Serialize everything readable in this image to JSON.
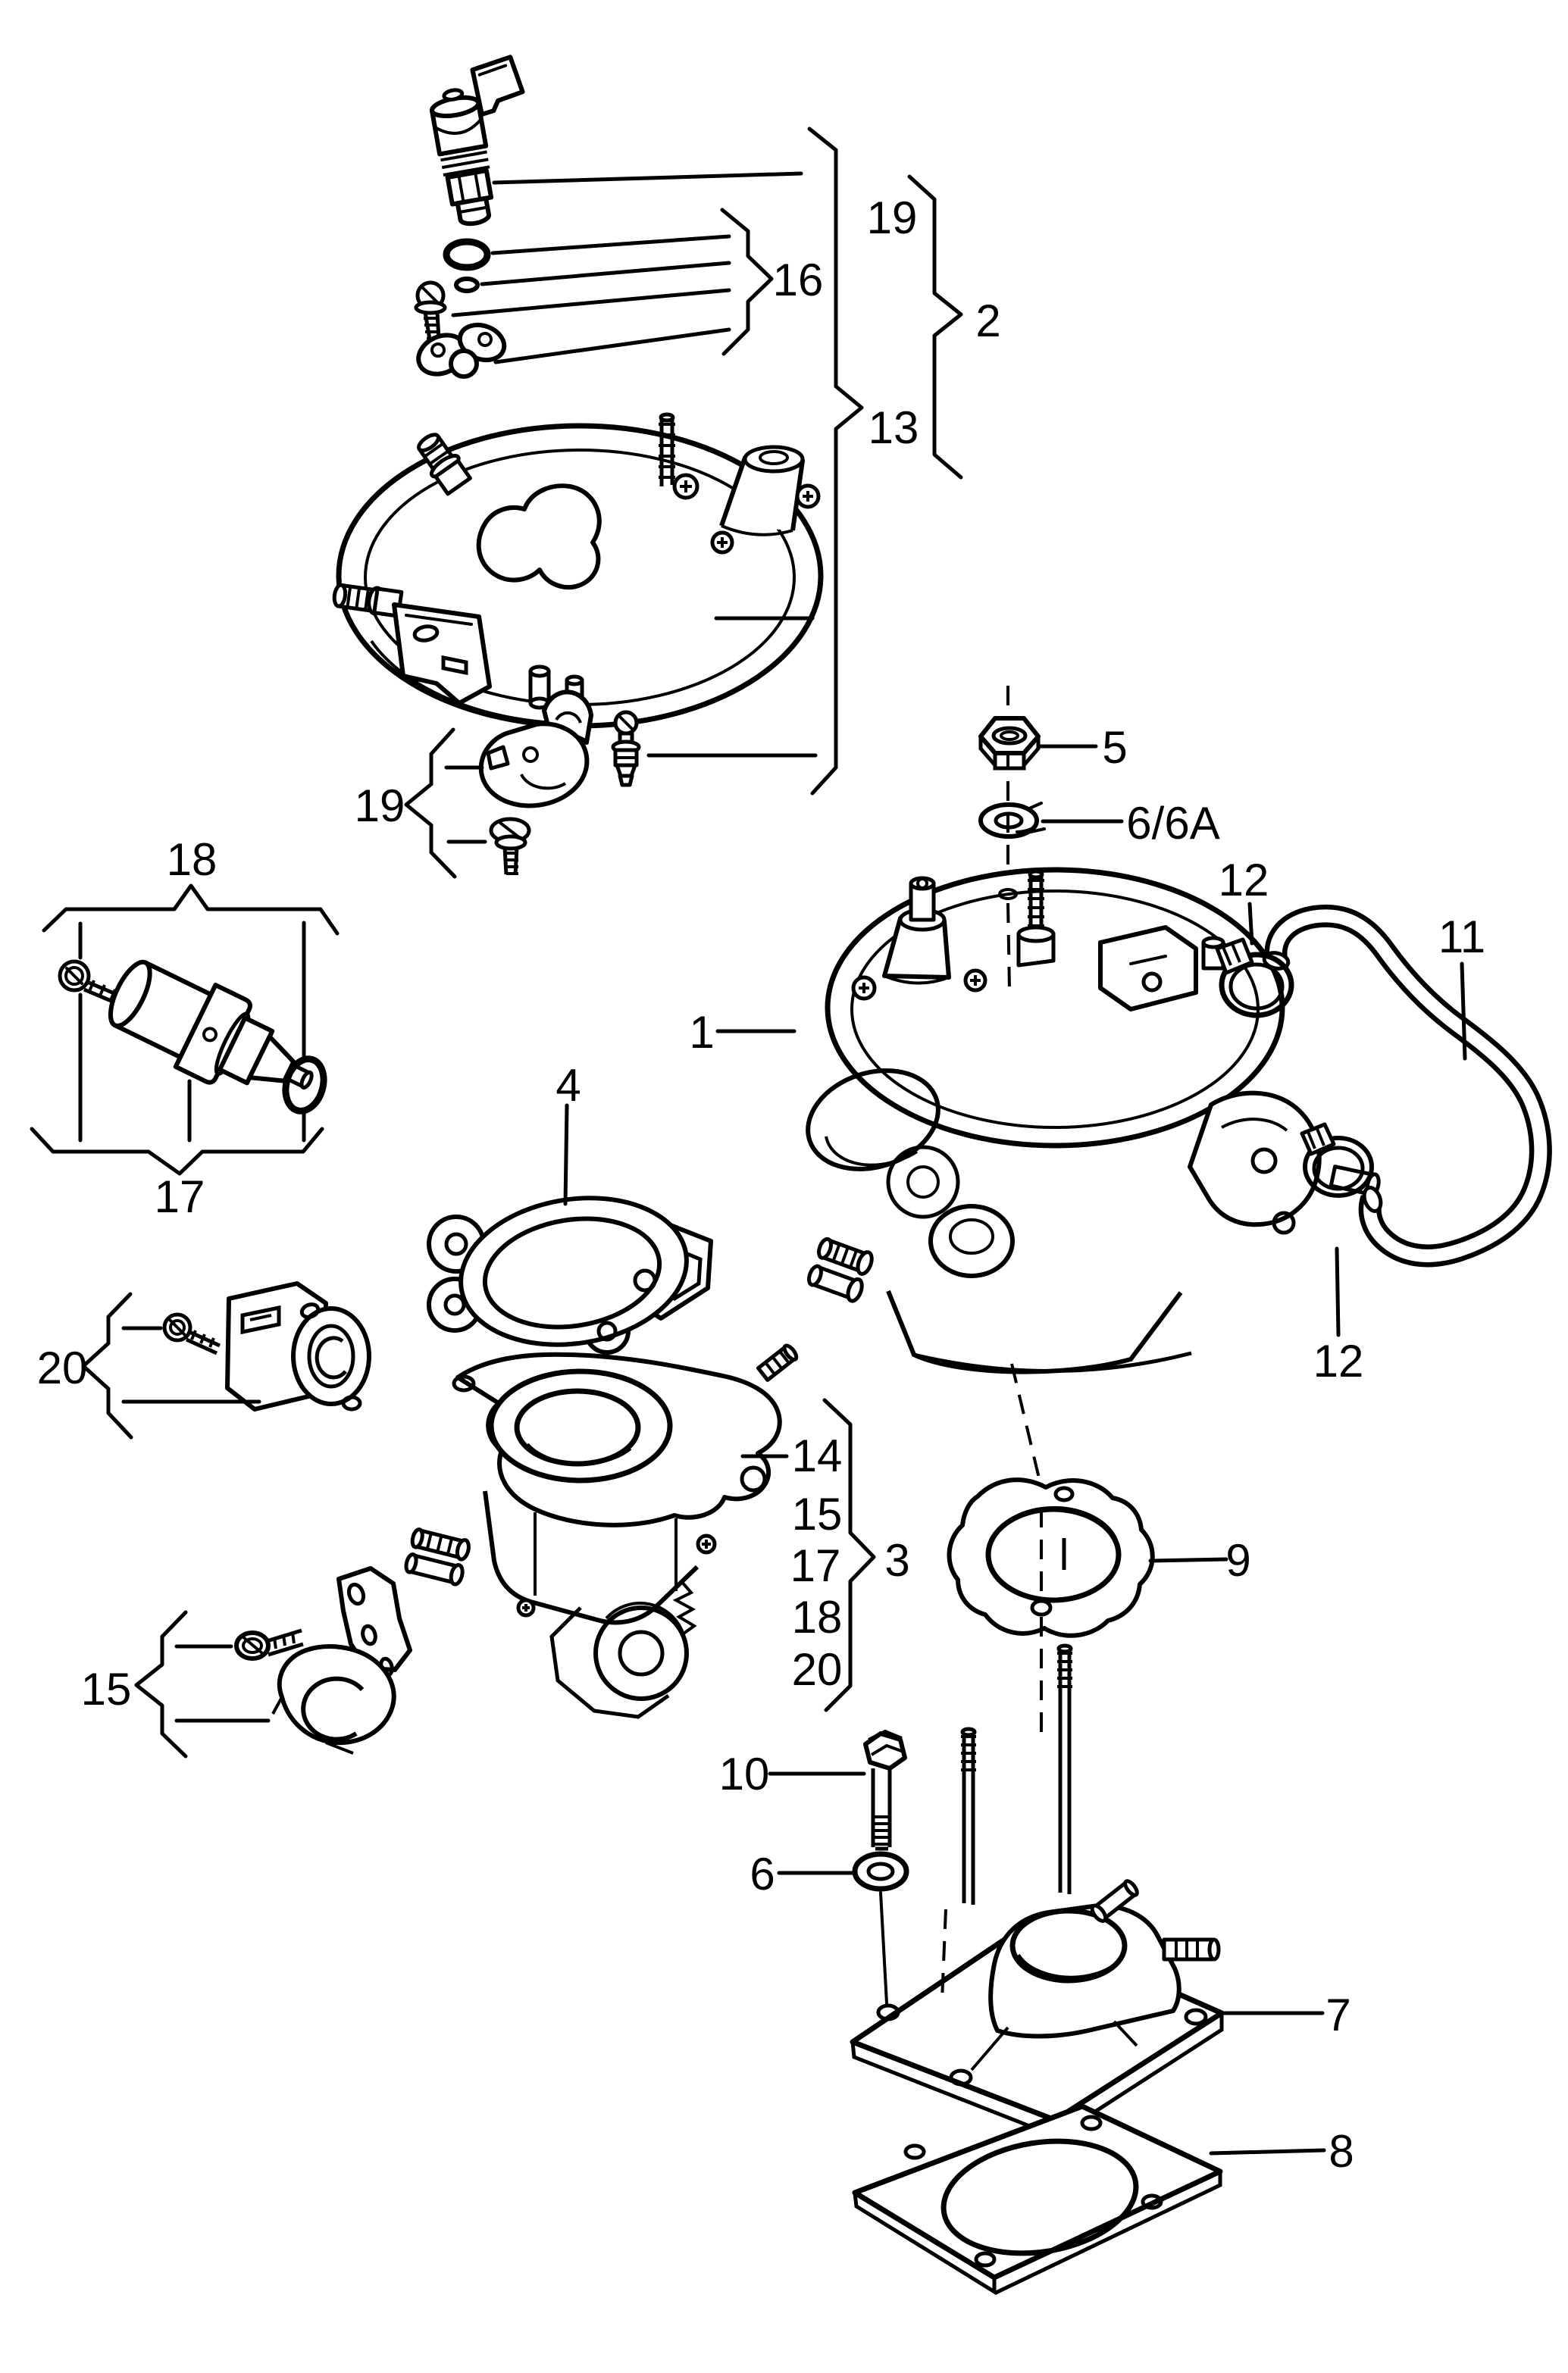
{
  "diagram": {
    "kind": "exploded-parts-diagram",
    "subject": "carburetor / throttle body assembly",
    "colors": {
      "ink": "#000000",
      "paper": "#ffffff"
    }
  },
  "callouts": {
    "p1": "1",
    "p2": "2",
    "p3": "3",
    "p4": "4",
    "p5": "5",
    "p6": "6",
    "p6a": "6/6A",
    "p7": "7",
    "p8": "8",
    "p9": "9",
    "p10": "10",
    "p11": "11",
    "p12": "12",
    "p13": "13",
    "p14": "14",
    "p15": "15",
    "p16": "16",
    "p17": "17",
    "p18": "18",
    "p19": "19",
    "p20": "20"
  }
}
